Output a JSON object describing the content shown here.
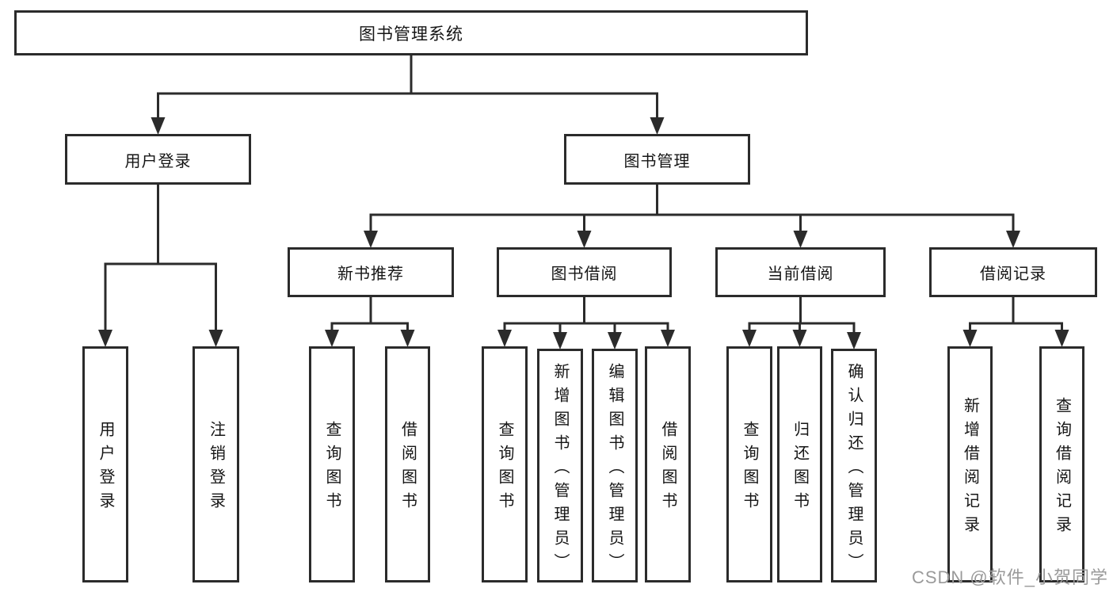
{
  "diagram": {
    "title": "图书管理系统",
    "line_color": "#2b2b2b",
    "text_color": "#151515",
    "nodes": [
      {
        "id": "root",
        "label": "图书管理系统",
        "parent": null
      },
      {
        "id": "user-login",
        "label": "用户登录",
        "parent": "root"
      },
      {
        "id": "book-mgmt",
        "label": "图书管理",
        "parent": "root"
      },
      {
        "id": "login",
        "label": "用户登录",
        "parent": "user-login"
      },
      {
        "id": "logout",
        "label": "注销登录",
        "parent": "user-login"
      },
      {
        "id": "new-book-rec",
        "label": "新书推荐",
        "parent": "book-mgmt"
      },
      {
        "id": "book-borrow",
        "label": "图书借阅",
        "parent": "book-mgmt"
      },
      {
        "id": "current-borrow",
        "label": "当前借阅",
        "parent": "book-mgmt"
      },
      {
        "id": "borrow-records",
        "label": "借阅记录",
        "parent": "book-mgmt"
      },
      {
        "id": "rec-query-book",
        "label": "查询图书",
        "parent": "new-book-rec"
      },
      {
        "id": "rec-borrow-book",
        "label": "借阅图书",
        "parent": "new-book-rec"
      },
      {
        "id": "bb-query-book",
        "label": "查询图书",
        "parent": "book-borrow"
      },
      {
        "id": "bb-add-book",
        "label": "新增图书（管理员）",
        "parent": "book-borrow"
      },
      {
        "id": "bb-edit-book",
        "label": "编辑图书（管理员）",
        "parent": "book-borrow"
      },
      {
        "id": "bb-borrow-book",
        "label": "借阅图书",
        "parent": "book-borrow"
      },
      {
        "id": "cb-query-book",
        "label": "查询图书",
        "parent": "current-borrow"
      },
      {
        "id": "cb-return-book",
        "label": "归还图书",
        "parent": "current-borrow"
      },
      {
        "id": "cb-confirm-return",
        "label": "确认归还（管理员）",
        "parent": "current-borrow"
      },
      {
        "id": "br-add-record",
        "label": "新增借阅记录",
        "parent": "borrow-records"
      },
      {
        "id": "br-query-record",
        "label": "查询借阅记录",
        "parent": "borrow-records"
      }
    ]
  },
  "watermark": {
    "text": "CSDN @软件_小贺同学",
    "color": "#9a9a9a"
  }
}
